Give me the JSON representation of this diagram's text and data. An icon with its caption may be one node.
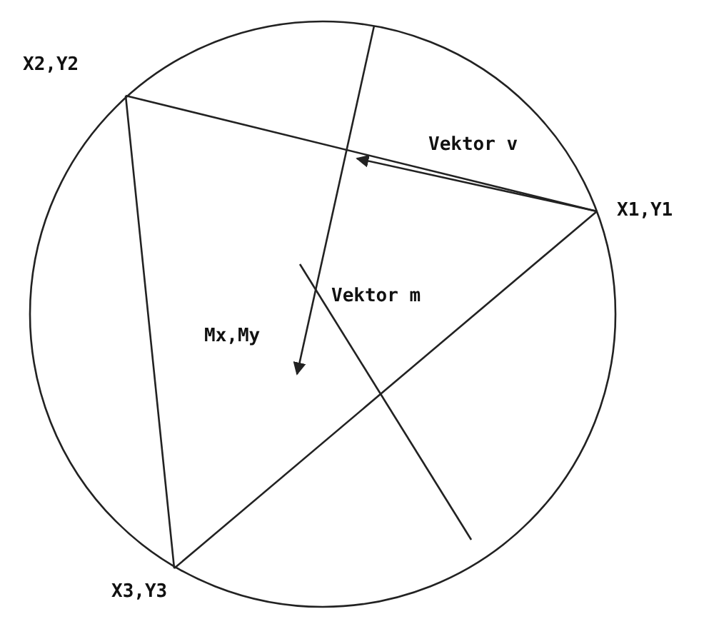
{
  "diagram": {
    "nodes": [
      {
        "text": [
          "X1,Y1"
        ]
      },
      {
        "text": [
          "X2,Y2"
        ]
      },
      {
        "text": [
          "X3,Y3"
        ]
      },
      {
        "text": [
          "Mx,My"
        ]
      }
    ],
    "edges": [
      {
        "from": 0,
        "to": 1,
        "arrow": "none"
      },
      {
        "from": 1,
        "to": 2,
        "arrow": "none"
      },
      {
        "from": 2,
        "to": 0,
        "arrow": "none"
      },
      {
        "from": 0,
        "to": null,
        "arrow": "to",
        "label": "Vektor v"
      },
      {
        "from": null,
        "to": 3,
        "arrow": "to",
        "label": "Vektor m"
      }
    ]
  }
}
